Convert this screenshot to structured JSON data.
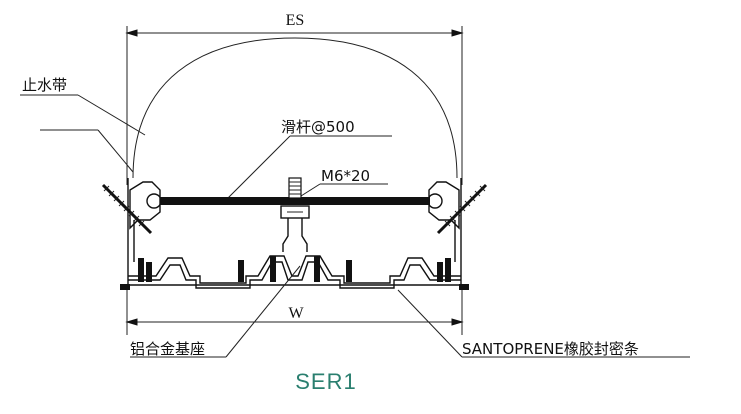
{
  "dimensions": {
    "top": "ES",
    "bottom": "W"
  },
  "labels": {
    "water_stop": "止水带",
    "slide_rod": "滑杆@500",
    "bolt": "M6*20",
    "aluminum_base": "铝合金基座",
    "santoprene_seal": "SANTOPRENE橡胶封密条"
  },
  "caption": "SER1",
  "colors": {
    "caption": "#2a7f6f",
    "lines": "#111111"
  }
}
